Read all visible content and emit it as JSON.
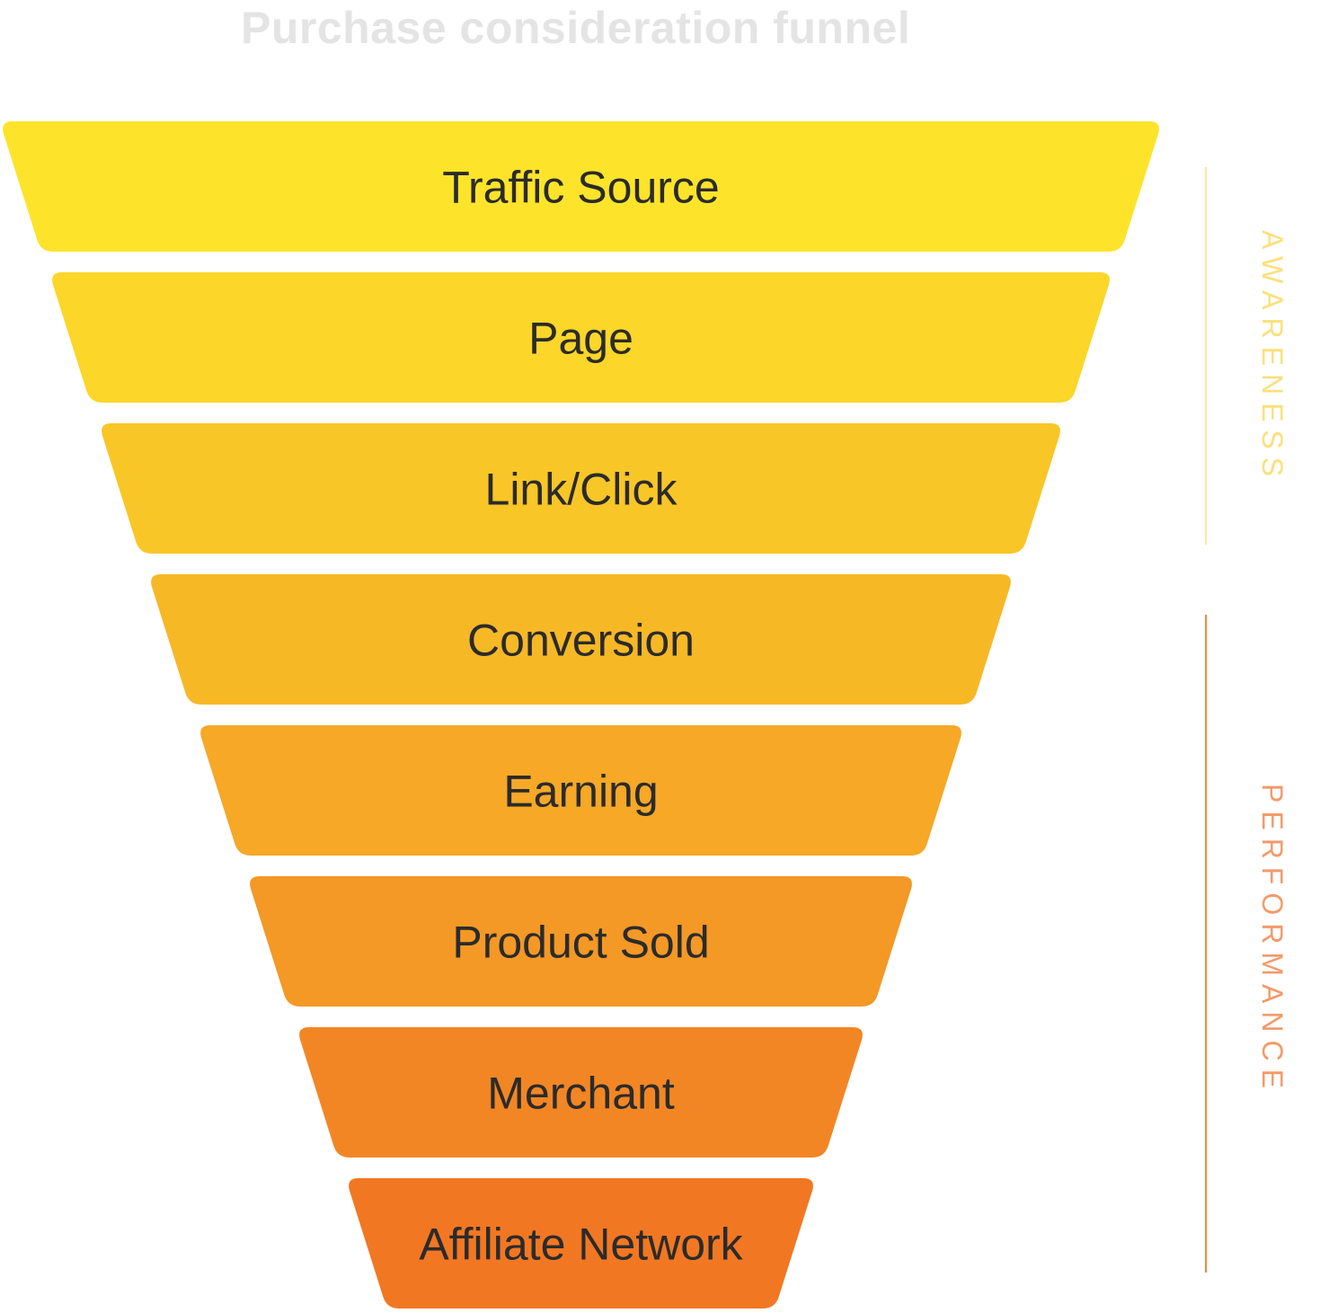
{
  "title": "Purchase consideration funnel",
  "stages": [
    {
      "label": "Traffic Source",
      "color": "#FDE42A"
    },
    {
      "label": "Page",
      "color": "#FCD628"
    },
    {
      "label": "Link/Click",
      "color": "#F9C627"
    },
    {
      "label": "Conversion",
      "color": "#F7B826"
    },
    {
      "label": "Earning",
      "color": "#F6A826"
    },
    {
      "label": "Product Sold",
      "color": "#F49826"
    },
    {
      "label": "Merchant",
      "color": "#F38624"
    },
    {
      "label": "Affiliate Network",
      "color": "#F27722"
    }
  ],
  "groups": [
    {
      "label": "AWARENESS",
      "color": "#FBE07A",
      "line_color": "#FCE8A0"
    },
    {
      "label": "PERFORMANCE",
      "color": "#F39A6A",
      "line_color": "#F08A3A"
    }
  ]
}
